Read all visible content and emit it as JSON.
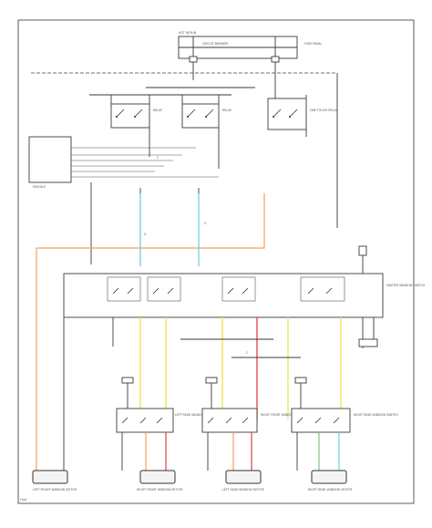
{
  "diagram": {
    "colors": {
      "line": "#3a3a3a",
      "orange": "#f0a060",
      "cyan": "#6fd0d8",
      "yellow": "#f2e24a",
      "red": "#e04040",
      "green": "#7cc77c"
    },
    "labels": {
      "fuse_label": "HOT IN RUN",
      "circuit_breaker": "CIRCUIT BREAKER",
      "fuse_panel": "FUSE PANEL",
      "relay_1": "RELAY",
      "relay_2": "RELAY",
      "relay_3": "ONE TOUCH RELAY",
      "module": "MODULE",
      "master_switch": "MASTER WINDOW SWITCH",
      "ground_1": "G",
      "ground_2": "G",
      "connector_1": "C",
      "connector_2": "C",
      "motor_lf": "LEFT FRONT WINDOW MOTOR",
      "motor_rf": "RIGHT FRONT WINDOW MOTOR",
      "motor_lr": "LEFT REAR WINDOW MOTOR",
      "motor_rr": "RIGHT REAR WINDOW MOTOR",
      "switch_lr": "LEFT REAR WINDOW SWITCH",
      "switch_rf": "RIGHT FRONT WINDOW SWITCH",
      "switch_rr": "RIGHT REAR WINDOW SWITCH",
      "footer": "Ford"
    }
  }
}
